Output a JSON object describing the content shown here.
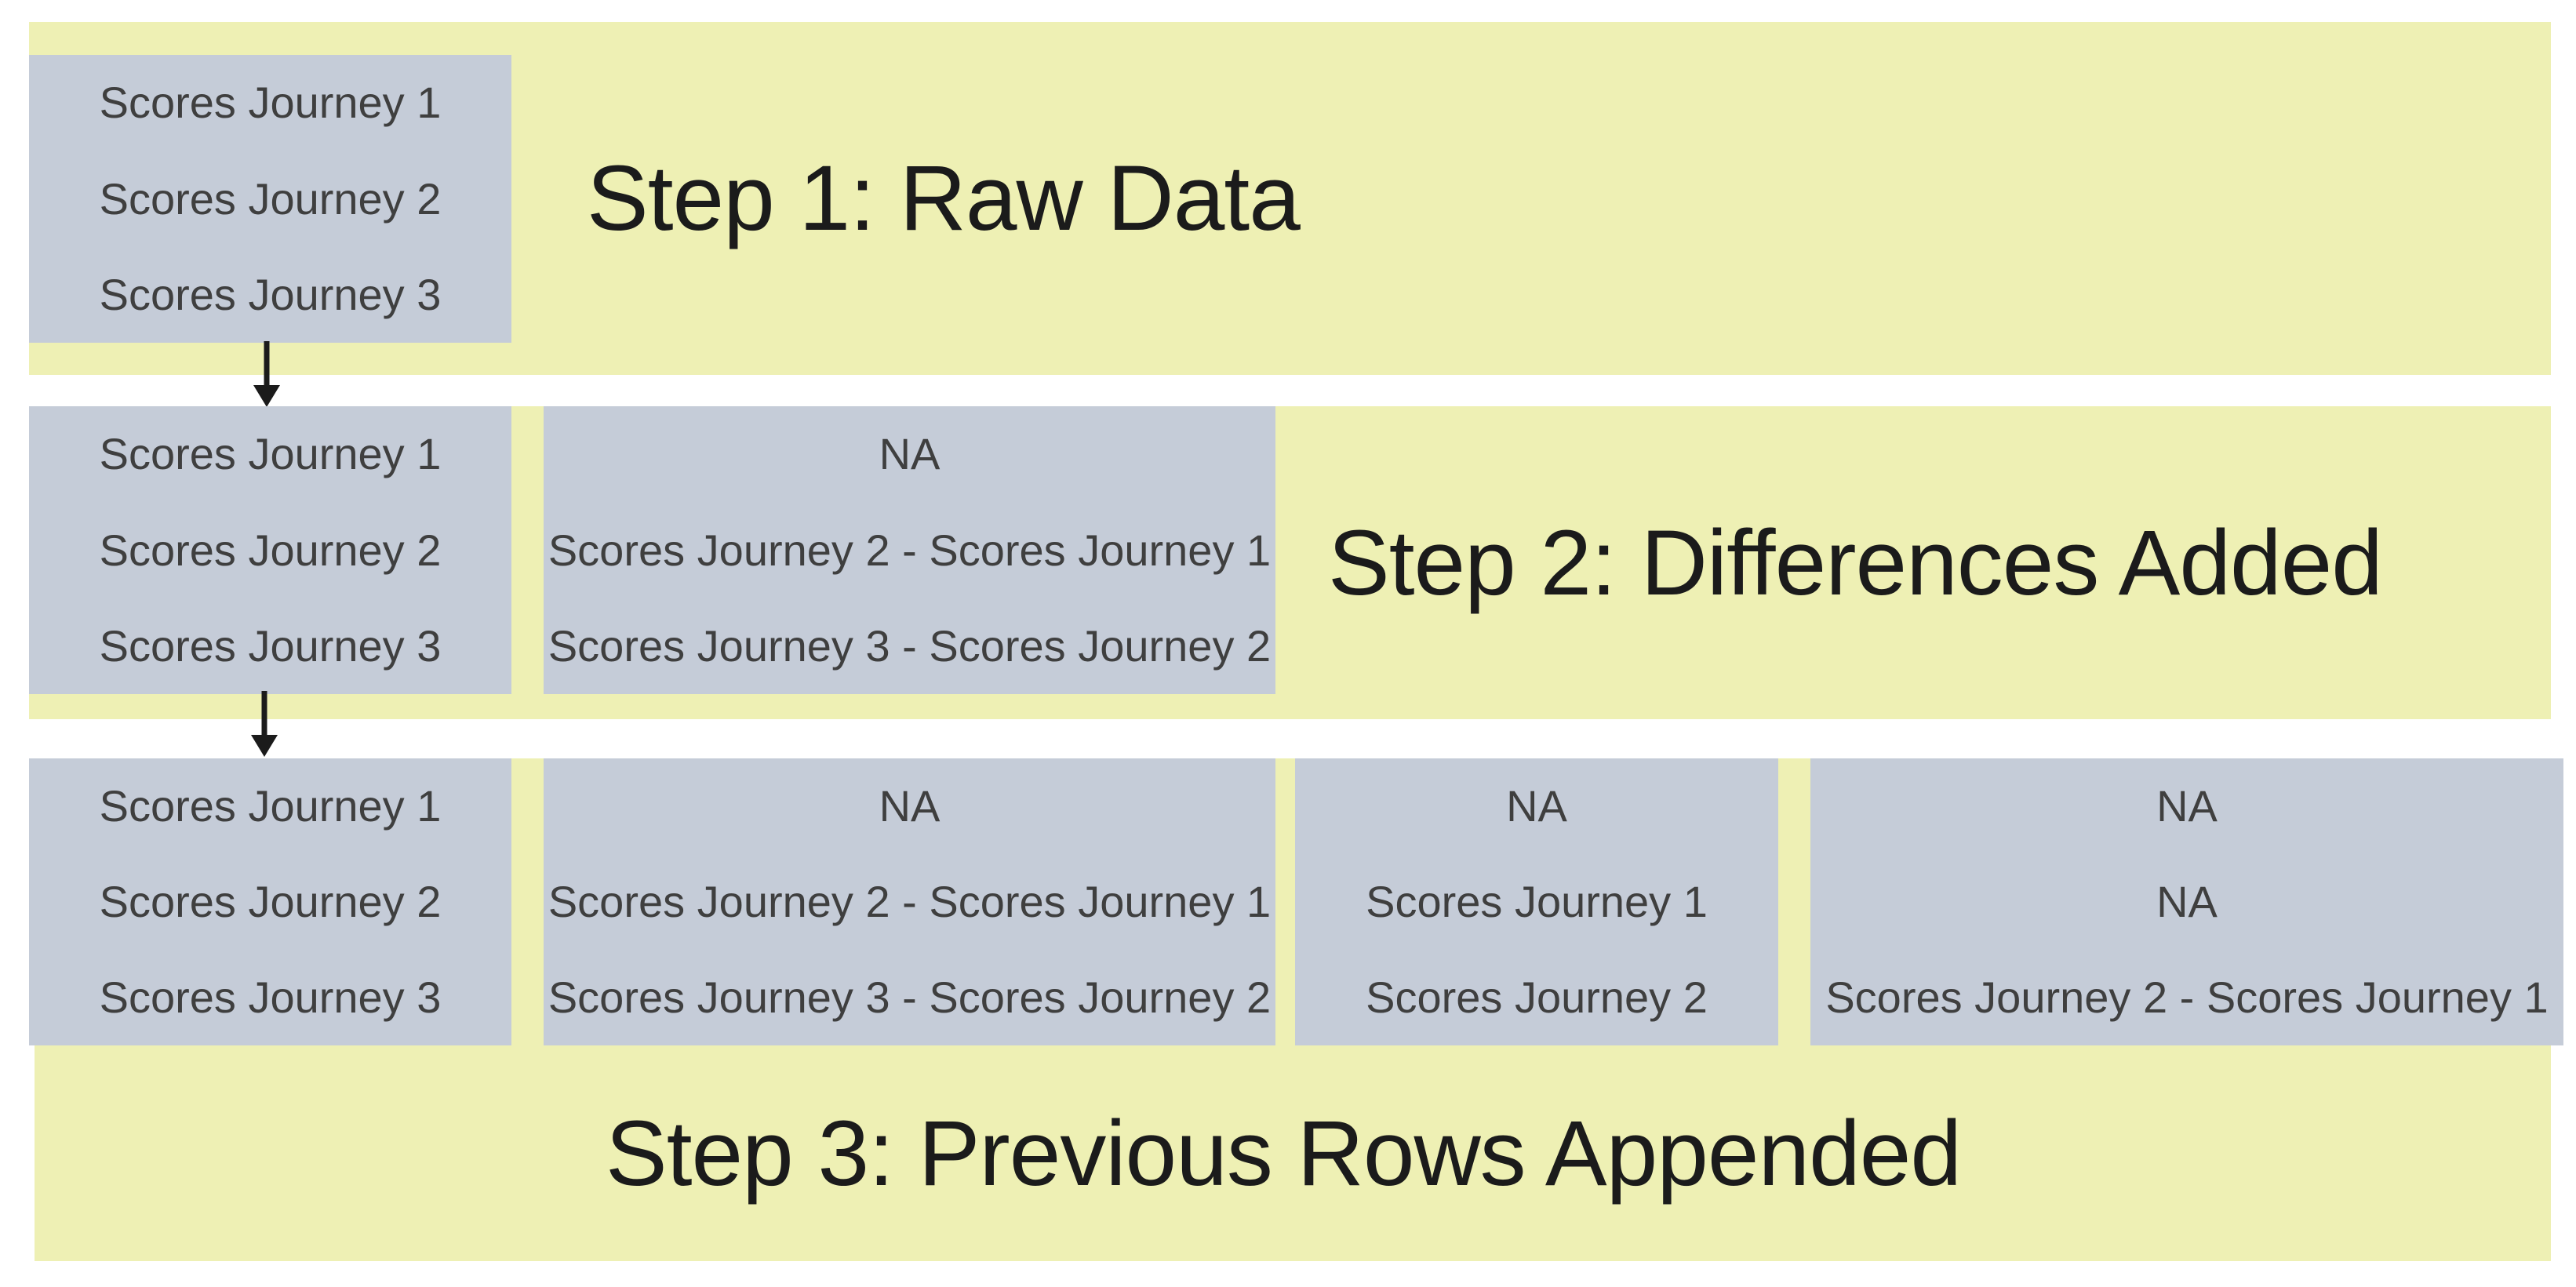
{
  "colors": {
    "band": "#eef0b4",
    "box": "#c5ccd8",
    "text": "#3f3f3f",
    "title": "#1b1b1b"
  },
  "icons": {
    "flow_arrow": "arrow-down-icon"
  },
  "steps": [
    {
      "title": "Step 1: Raw Data",
      "boxes": [
        {
          "rows": [
            "Scores Journey 1",
            "Scores Journey 2",
            "Scores Journey 3"
          ]
        }
      ]
    },
    {
      "title": "Step 2: Differences Added",
      "boxes": [
        {
          "rows": [
            "Scores Journey 1",
            "Scores Journey 2",
            "Scores Journey 3"
          ]
        },
        {
          "rows": [
            "NA",
            "Scores Journey 2 - Scores Journey 1",
            "Scores Journey 3 - Scores Journey 2"
          ]
        }
      ]
    },
    {
      "title": "Step 3: Previous Rows Appended",
      "boxes": [
        {
          "rows": [
            "Scores Journey 1",
            "Scores Journey 2",
            "Scores Journey 3"
          ]
        },
        {
          "rows": [
            "NA",
            "Scores Journey 2 - Scores Journey 1",
            "Scores Journey 3 - Scores Journey 2"
          ]
        },
        {
          "rows": [
            "NA",
            "Scores Journey 1",
            "Scores Journey 2"
          ]
        },
        {
          "rows": [
            "NA",
            "NA",
            "Scores Journey 2 - Scores Journey 1"
          ]
        }
      ]
    }
  ]
}
